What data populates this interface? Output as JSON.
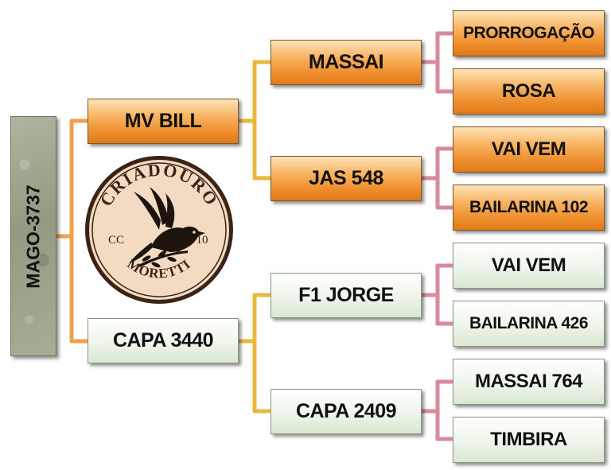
{
  "pedigree": {
    "root": "MAGO-3737",
    "sire": {
      "name": "MV BILL",
      "sire": {
        "name": "MASSAI",
        "sire": "PRORROGAÇÃO",
        "dam": "ROSA"
      },
      "dam": {
        "name": "JAS 548",
        "sire": "VAI VEM",
        "dam": "BAILARINA 102"
      }
    },
    "dam": {
      "name": "CAPA 3440",
      "sire": {
        "name": "F1 JORGE",
        "sire": "VAI VEM",
        "dam": "BAILARINA 426"
      },
      "dam": {
        "name": "CAPA 2409",
        "sire": "MASSAI 764",
        "dam": "TIMBIRA"
      }
    }
  },
  "logo": {
    "top_text": "CRIADOURO",
    "bottom_text": "MORETTI",
    "left_text": "CC",
    "right_text": "10"
  },
  "colors": {
    "line_root": "#f0a24a",
    "line_gen2": "#e7b93c",
    "line_gen3": "#d68a9a",
    "logo_fill": "#f3dbc3",
    "logo_border": "#3b2416"
  }
}
